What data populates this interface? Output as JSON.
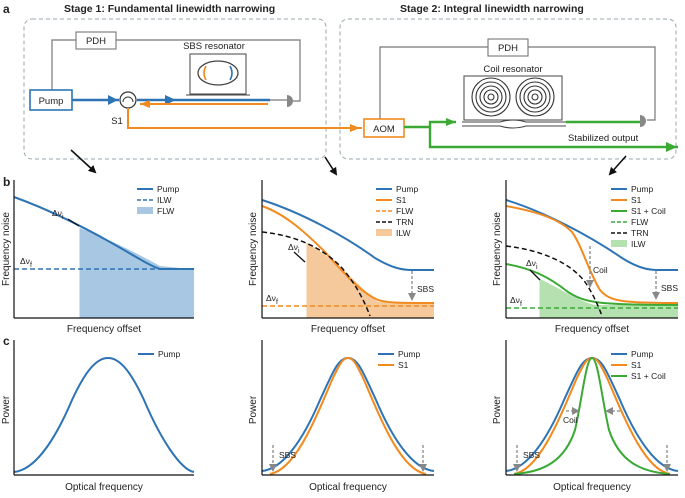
{
  "panels": {
    "a": "a",
    "b": "b",
    "c": "c"
  },
  "stage1": {
    "title": "Stage 1: Fundamental linewidth narrowing",
    "pdh": "PDH",
    "pump": "Pump",
    "s1": "S1",
    "resonator": "SBS resonator"
  },
  "stage2": {
    "title": "Stage 2: Integral linewidth narrowing",
    "pdh": "PDH",
    "resonator": "Coil resonator",
    "aom": "AOM",
    "output": "Stabilized output"
  },
  "colors": {
    "pump": "#2e74b5",
    "s1": "#f28a1e",
    "coil": "#3aaa35",
    "black": "#111111"
  },
  "row_b": {
    "ylabel": "Frequency noise",
    "xlabel": "Frequency offset",
    "sym_i": "Δν",
    "sub_i": "i",
    "sym_f": "Δν",
    "sub_f": "f",
    "sbs": "SBS",
    "coil": "Coil",
    "legend1": [
      "Pump",
      "ILW",
      "FLW"
    ],
    "legend2": [
      "Pump",
      "S1",
      "FLW",
      "TRN",
      "ILW"
    ],
    "legend3": [
      "Pump",
      "S1",
      "S1 + Coil",
      "FLW",
      "TRN",
      "ILW"
    ]
  },
  "row_c": {
    "ylabel": "Power",
    "xlabel": "Optical frequency",
    "sbs": "SBS",
    "coil": "Coil",
    "legend1": [
      "Pump"
    ],
    "legend2": [
      "Pump",
      "S1"
    ],
    "legend3": [
      "Pump",
      "S1",
      "S1 + Coil"
    ]
  }
}
